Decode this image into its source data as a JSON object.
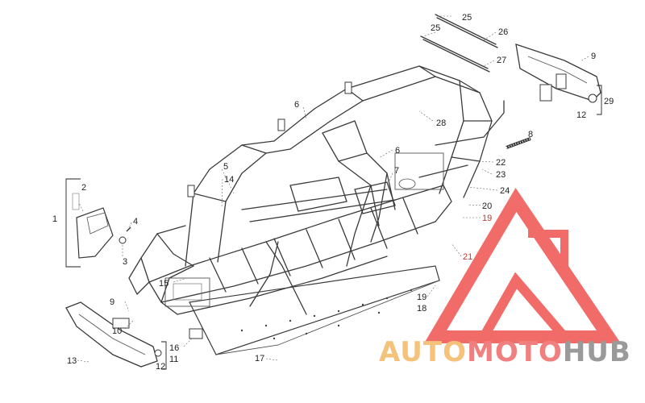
{
  "callouts": [
    {
      "id": "c25a",
      "label": "25"
    },
    {
      "id": "c25b",
      "label": "25"
    },
    {
      "id": "c26",
      "label": "26"
    },
    {
      "id": "c27",
      "label": "27"
    },
    {
      "id": "c9a",
      "label": "9"
    },
    {
      "id": "c29",
      "label": "29"
    },
    {
      "id": "c12a",
      "label": "12"
    },
    {
      "id": "c6a",
      "label": "6"
    },
    {
      "id": "c28",
      "label": "28"
    },
    {
      "id": "c8",
      "label": "8"
    },
    {
      "id": "c6b",
      "label": "6"
    },
    {
      "id": "c22",
      "label": "22"
    },
    {
      "id": "c23",
      "label": "23"
    },
    {
      "id": "c24",
      "label": "24"
    },
    {
      "id": "c5",
      "label": "5"
    },
    {
      "id": "c14",
      "label": "14"
    },
    {
      "id": "c7",
      "label": "7"
    },
    {
      "id": "c20",
      "label": "20"
    },
    {
      "id": "c19a",
      "label": "19"
    },
    {
      "id": "c2",
      "label": "2"
    },
    {
      "id": "c1",
      "label": "1"
    },
    {
      "id": "c4",
      "label": "4"
    },
    {
      "id": "c3",
      "label": "3"
    },
    {
      "id": "c21",
      "label": "21"
    },
    {
      "id": "c15",
      "label": "15"
    },
    {
      "id": "c9b",
      "label": "9"
    },
    {
      "id": "c10",
      "label": "10"
    },
    {
      "id": "c19b",
      "label": "19"
    },
    {
      "id": "c18",
      "label": "18"
    },
    {
      "id": "c16",
      "label": "16"
    },
    {
      "id": "c11",
      "label": "11"
    },
    {
      "id": "c12b",
      "label": "12"
    },
    {
      "id": "c13",
      "label": "13"
    },
    {
      "id": "c17",
      "label": "17"
    }
  ],
  "watermark": {
    "part1": "AUTO",
    "part2": "MOTO",
    "part3": "HUB",
    "color_part1": "#f4c27a",
    "color_part2": "#f08080",
    "color_part3": "#9a9a9a",
    "logo_color": "#ef5350"
  }
}
